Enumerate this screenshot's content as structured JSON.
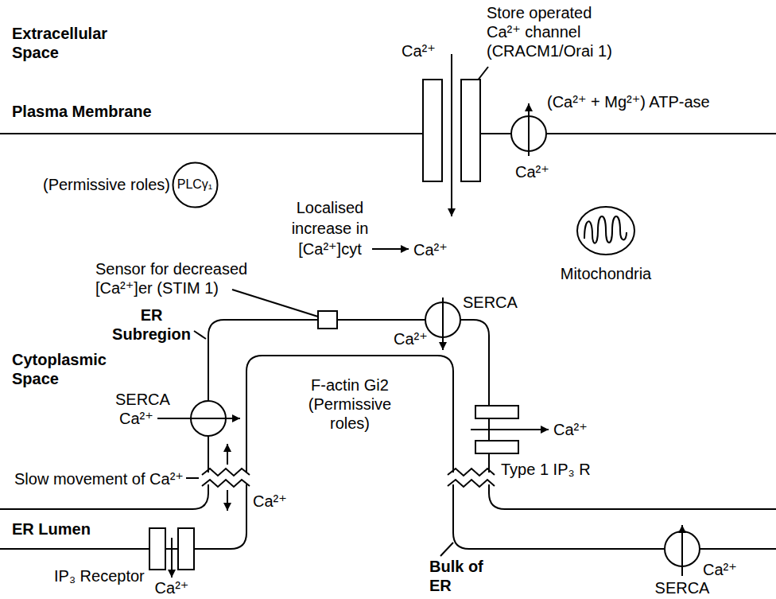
{
  "diagram": {
    "nodes": [
      {
        "text": [
          "PLCγ₁"
        ]
      }
    ],
    "labels": [
      "Store operated Ca²⁺ channel (CRACM1/Orai 1)",
      "Extracellular Space",
      "Ca²⁺",
      "Plasma Membrane",
      "(Ca²⁺ + Mg²⁺) ATP-ase",
      "(Permissive roles)",
      "Localised increase in [Ca²⁺]cyt",
      "Ca²⁺",
      "Ca²⁺",
      "Sensor for decreased [Ca²⁺]er (STIM 1)",
      "Mitochondria",
      "SERCA",
      "ER Subregion",
      "Ca²⁺",
      "Cytoplasmic Space",
      "SERCA",
      "Ca²⁺",
      "F-actin Gi2 (Permissive roles)",
      "Ca²⁺",
      "Type 1 IP₃ R",
      "Slow movement of Ca²⁺",
      "Ca²⁺",
      "ER Lumen",
      "Bulk of ER",
      "IP₃ Receptor",
      "Ca²⁺",
      "Ca²⁺",
      "SERCA"
    ]
  }
}
